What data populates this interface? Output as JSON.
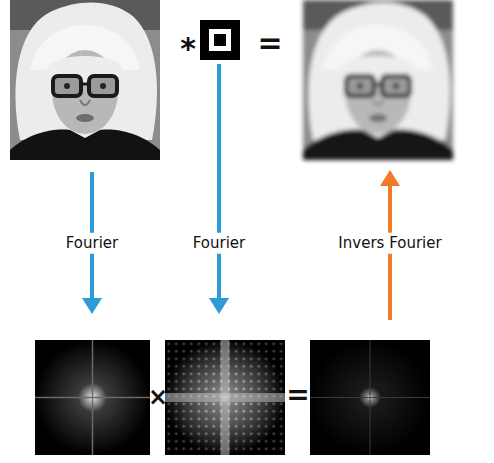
{
  "diagram": {
    "labels": [
      "*",
      "=",
      "Fourier",
      "Fourier",
      "Invers Fourier",
      "×",
      "="
    ]
  }
}
